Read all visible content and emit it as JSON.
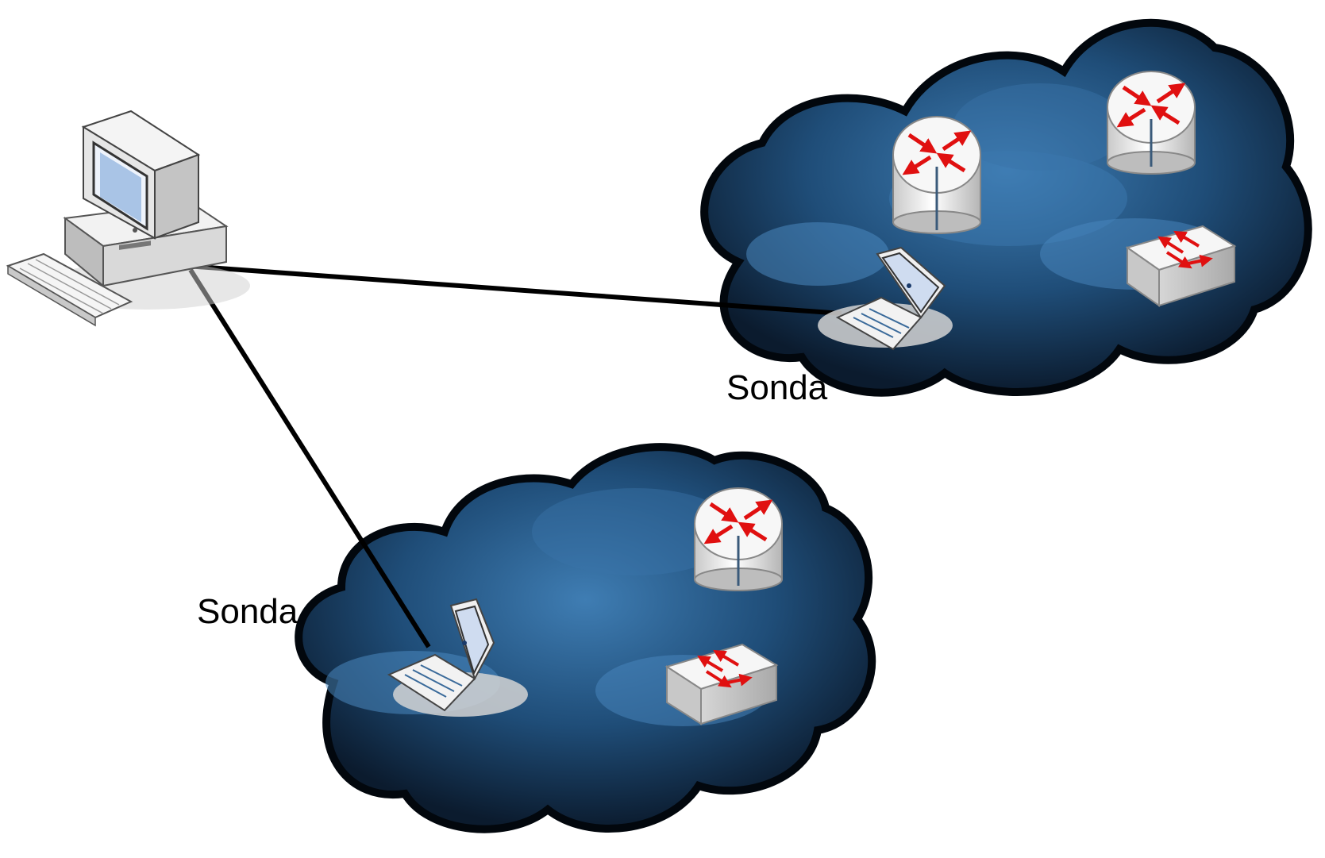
{
  "diagram": {
    "labels": {
      "probe_top": "Sonda",
      "probe_bottom": "Sonda"
    },
    "nodes": [
      {
        "id": "workstation",
        "icon": "desktop-computer-icon"
      },
      {
        "id": "probe-laptop-top",
        "icon": "laptop-icon"
      },
      {
        "id": "probe-laptop-bottom",
        "icon": "laptop-icon"
      },
      {
        "id": "router-top-left",
        "icon": "router-icon"
      },
      {
        "id": "router-top-right",
        "icon": "router-icon"
      },
      {
        "id": "switch-top",
        "icon": "switch-icon"
      },
      {
        "id": "router-bottom",
        "icon": "router-icon"
      },
      {
        "id": "switch-bottom",
        "icon": "switch-icon"
      }
    ],
    "connections": [
      {
        "from": "workstation",
        "to": "probe-laptop-top"
      },
      {
        "from": "workstation",
        "to": "probe-laptop-bottom"
      }
    ],
    "colors": {
      "cloud_dark": "#0a1a2c",
      "cloud_mid": "#1e4c76",
      "cloud_light": "#4f8fc4",
      "arrow_red": "#e01010",
      "device_body": "#e8e8e8",
      "connection_line": "#000000"
    }
  }
}
